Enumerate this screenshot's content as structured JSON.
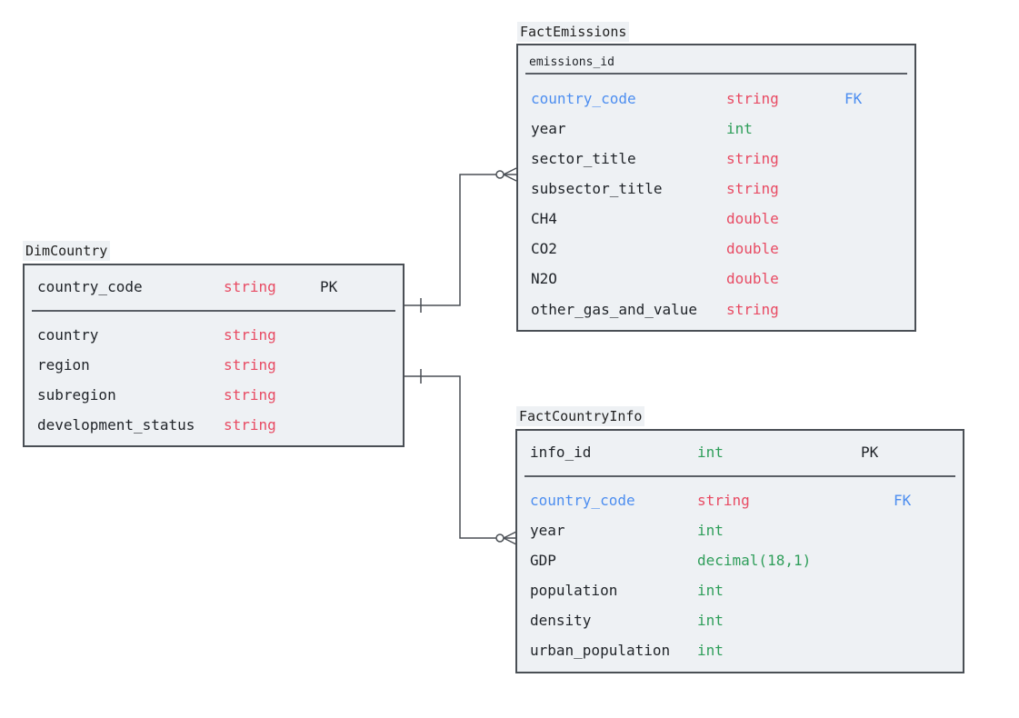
{
  "colors": {
    "string": "#e84b63",
    "numeric": "#2f9e5a",
    "foreign_key": "#4d8ef0",
    "border": "#4a4f55",
    "fill": "#eef1f4"
  },
  "tables": {
    "fact_emissions": {
      "title": "FactEmissions",
      "header": "emissions_id",
      "rows": [
        {
          "name": "country_code",
          "type": "string",
          "key": "FK"
        },
        {
          "name": "year",
          "type": "int",
          "key": ""
        },
        {
          "name": "sector_title",
          "type": "string",
          "key": ""
        },
        {
          "name": "subsector_title",
          "type": "string",
          "key": ""
        },
        {
          "name": "CH4",
          "type": "double",
          "key": ""
        },
        {
          "name": "CO2",
          "type": "double",
          "key": ""
        },
        {
          "name": "N2O",
          "type": "double",
          "key": ""
        },
        {
          "name": "other_gas_and_value",
          "type": "string",
          "key": ""
        }
      ]
    },
    "dim_country": {
      "title": "DimCountry",
      "header": {
        "name": "country_code",
        "type": "string",
        "key": "PK"
      },
      "rows": [
        {
          "name": "country",
          "type": "string",
          "key": ""
        },
        {
          "name": "region",
          "type": "string",
          "key": ""
        },
        {
          "name": "subregion",
          "type": "string",
          "key": ""
        },
        {
          "name": "development_status",
          "type": "string",
          "key": ""
        }
      ]
    },
    "fact_country_info": {
      "title": "FactCountryInfo",
      "header": {
        "name": "info_id",
        "type": "int",
        "key": "PK"
      },
      "rows": [
        {
          "name": "country_code",
          "type": "string",
          "key": "FK"
        },
        {
          "name": "year",
          "type": "int",
          "key": ""
        },
        {
          "name": "GDP",
          "type": "decimal(18,1)",
          "key": ""
        },
        {
          "name": "population",
          "type": "int",
          "key": ""
        },
        {
          "name": "density",
          "type": "int",
          "key": ""
        },
        {
          "name": "urban_population",
          "type": "int",
          "key": ""
        }
      ]
    }
  },
  "relationships": [
    {
      "from": "DimCountry.country_code",
      "to": "FactEmissions.country_code",
      "from_cardinality": "one",
      "to_cardinality": "zero-or-many"
    },
    {
      "from": "DimCountry.country_code",
      "to": "FactCountryInfo.country_code",
      "from_cardinality": "one",
      "to_cardinality": "zero-or-many"
    }
  ]
}
